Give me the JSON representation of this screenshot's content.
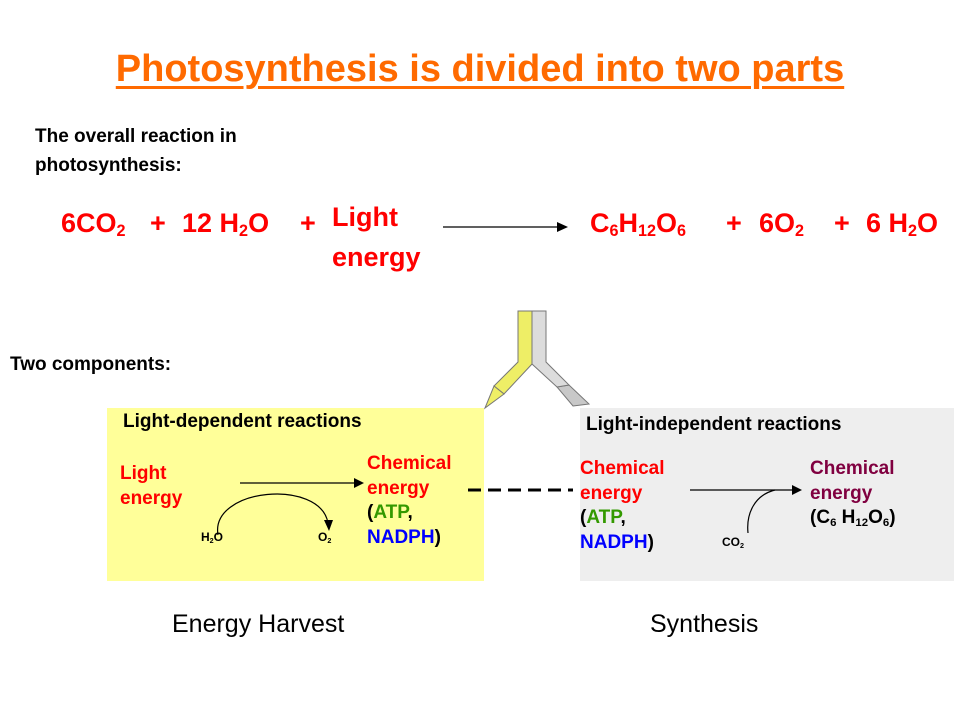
{
  "title": "Photosynthesis is divided into two parts",
  "overall_label_line1": "The overall reaction in",
  "overall_label_line2": "photosynthesis:",
  "equation": {
    "co2": "6CO",
    "co2_sub": "2",
    "plus": "+",
    "h2o_coef": "12 H",
    "h2o_sub": "2",
    "h2o_o": "O",
    "light_line1": "Light",
    "light_line2": "energy",
    "glucose_c": "C",
    "glucose_c_sub": "6",
    "glucose_h": "H",
    "glucose_h_sub": "12",
    "glucose_o": "O",
    "glucose_o_sub": "6",
    "o2": "6O",
    "o2_sub": "2",
    "water_coef": "6 H",
    "water_sub": "2",
    "water_o": "O"
  },
  "two_components_label": "Two components:",
  "left_box": {
    "header": "Light-dependent reactions",
    "light_line1": "Light",
    "light_line2": "energy",
    "h2o_h": "H",
    "h2o_sub": "2",
    "h2o_o": "O",
    "o2_o": "O",
    "o2_sub": "2",
    "chem_line1": "Chemical",
    "chem_line2": "energy",
    "paren_open": "(",
    "atp": "ATP",
    "comma": ",",
    "nadph": "NADPH",
    "paren_close": ")"
  },
  "right_box": {
    "header": "Light-independent reactions",
    "chem_line1": "Chemical",
    "chem_line2": "energy",
    "paren_open": "(",
    "atp": "ATP",
    "comma": ",",
    "nadph": "NADPH",
    "paren_close": ")",
    "co2_c": "CO",
    "co2_sub": "2",
    "product_line1": "Chemical",
    "product_line2": "energy",
    "product_open": "(C",
    "product_c_sub": "6",
    "product_h": " H",
    "product_h_sub": "12",
    "product_o": "O",
    "product_o_sub": "6",
    "product_close": ")"
  },
  "captions": {
    "left": "Energy Harvest",
    "right": "Synthesis"
  },
  "colors": {
    "title": "#ff6a00",
    "reactant_red": "#ff0000",
    "atp_green": "#339900",
    "nadph_blue": "#0000ff",
    "product_purple": "#800040",
    "left_box": "#ffff99",
    "right_box": "#eeeeee"
  }
}
